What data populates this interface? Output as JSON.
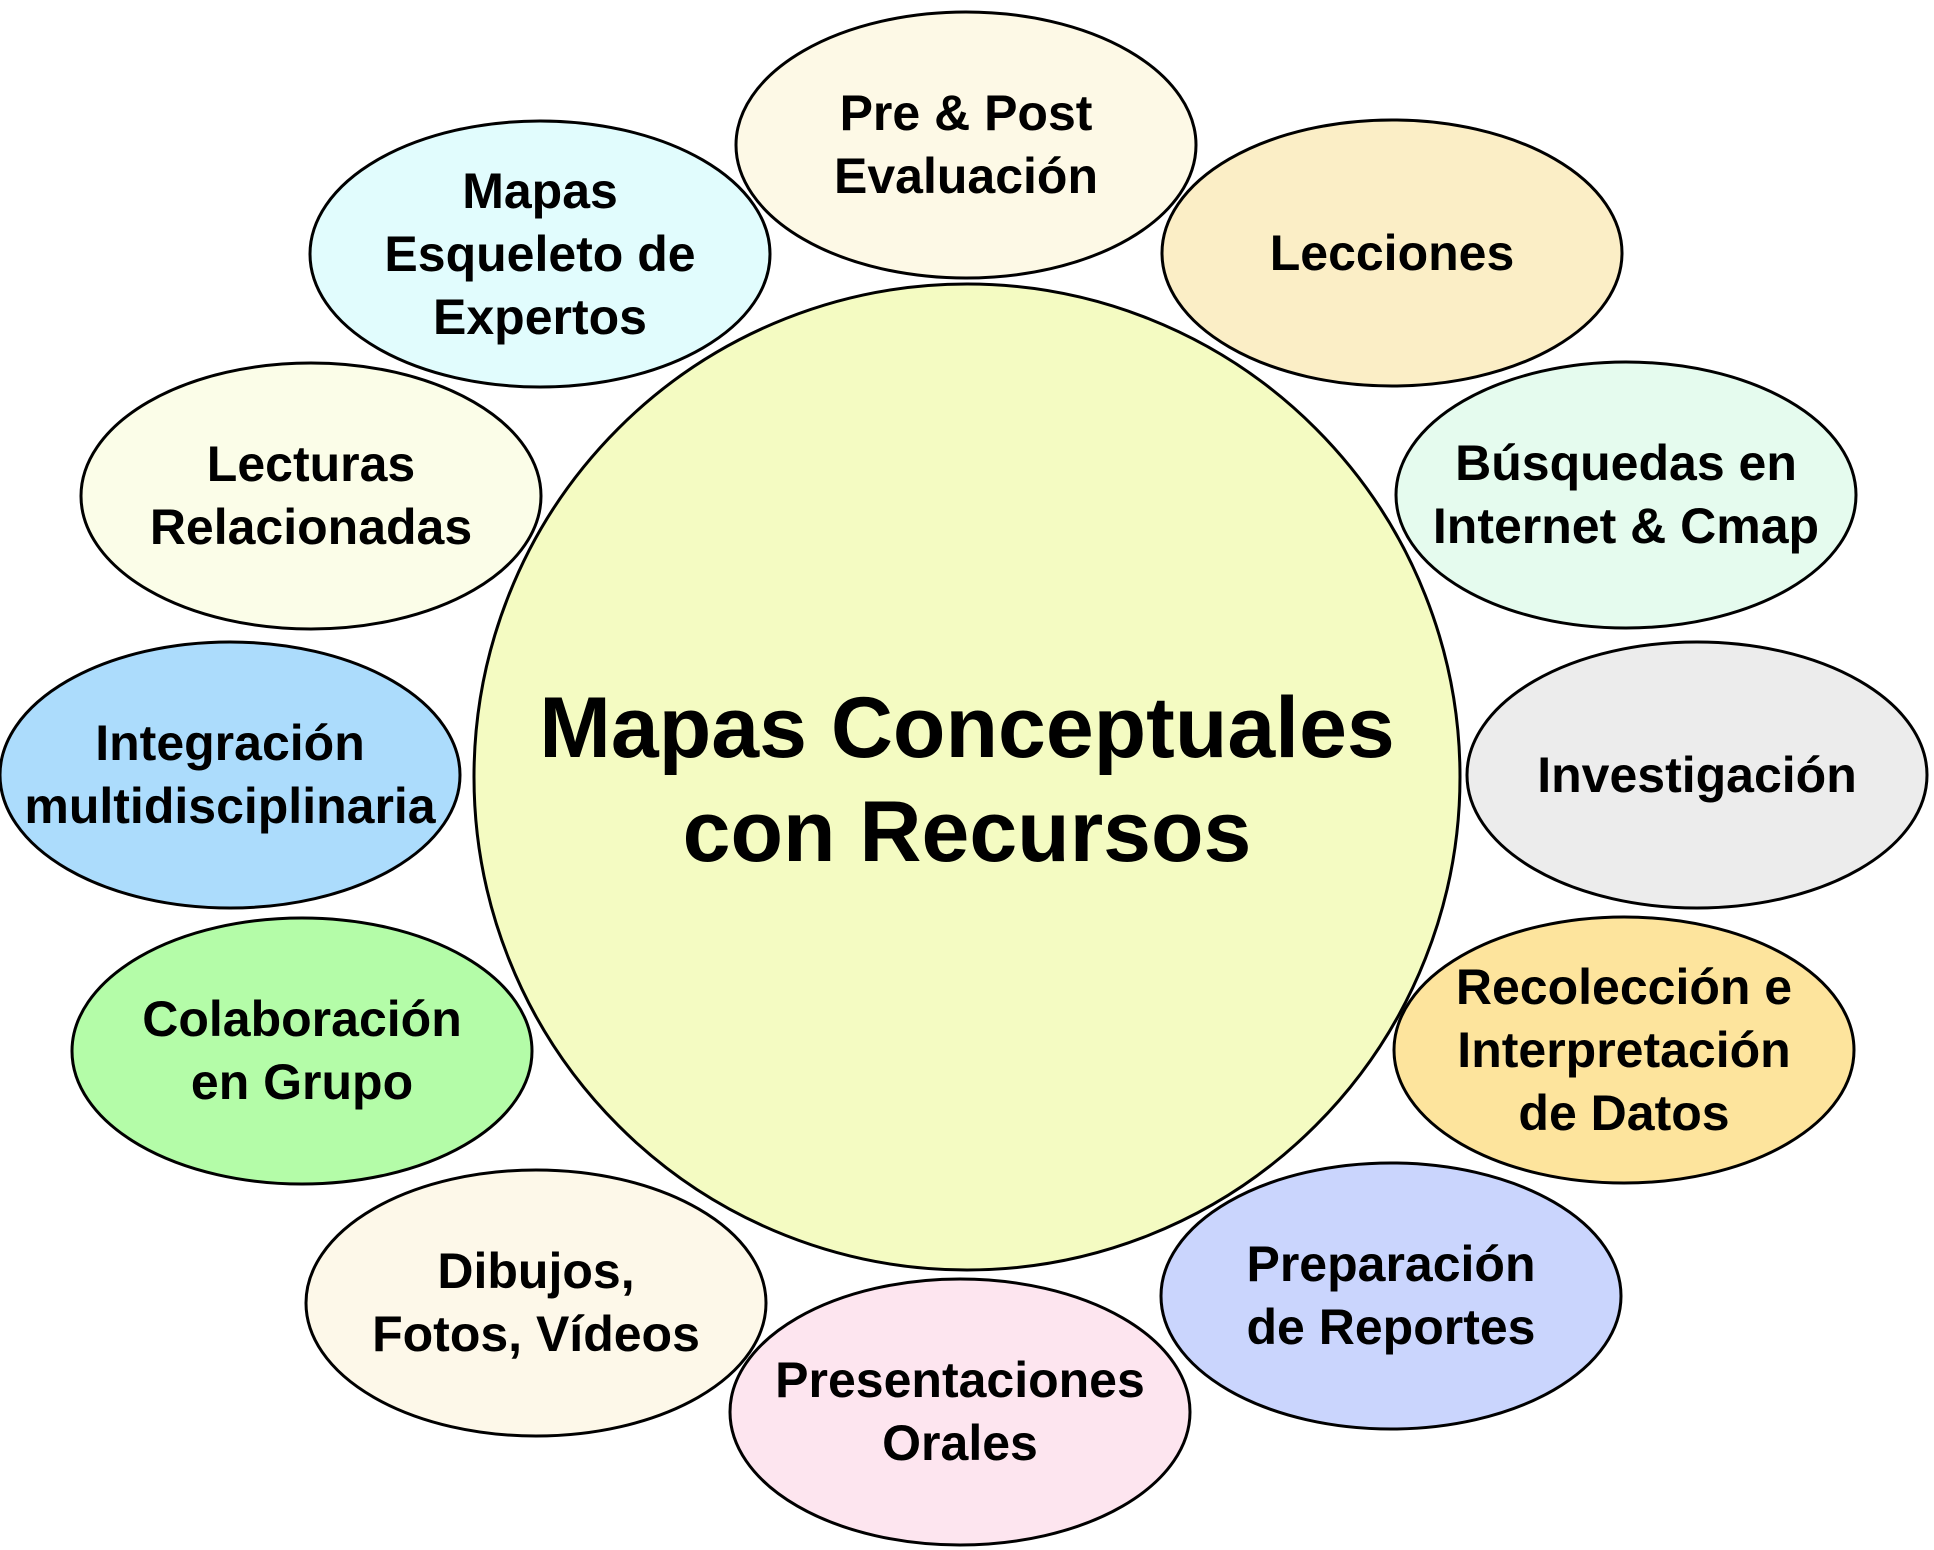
{
  "center": {
    "lines": [
      "Mapas Conceptuales",
      "con Recursos"
    ],
    "fill": "#f4fbc2"
  },
  "nodes": [
    {
      "id": "pre-post-evaluacion",
      "lines": [
        "Pre & Post",
        "Evaluación"
      ],
      "fill": "#fdf9e6"
    },
    {
      "id": "lecciones",
      "lines": [
        "Lecciones"
      ],
      "fill": "#fbeec6"
    },
    {
      "id": "busquedas",
      "lines": [
        "Búsquedas en",
        "Internet & Cmap"
      ],
      "fill": "#e5fbee"
    },
    {
      "id": "investigacion",
      "lines": [
        "Investigación"
      ],
      "fill": "#ececec"
    },
    {
      "id": "recoleccion",
      "lines": [
        "Recolección e",
        "Interpretación",
        "de Datos"
      ],
      "fill": "#fde49d"
    },
    {
      "id": "preparacion",
      "lines": [
        "Preparación",
        "de Reportes"
      ],
      "fill": "#cad5fd"
    },
    {
      "id": "presentaciones",
      "lines": [
        "Presentaciones",
        "Orales"
      ],
      "fill": "#fde5ef"
    },
    {
      "id": "dibujos",
      "lines": [
        "Dibujos,",
        "Fotos, Vídeos"
      ],
      "fill": "#fdf8e9"
    },
    {
      "id": "colaboracion",
      "lines": [
        "Colaboración",
        "en Grupo"
      ],
      "fill": "#b4fca8"
    },
    {
      "id": "integracion",
      "lines": [
        "Integración",
        "multidisciplinaria"
      ],
      "fill": "#acdcfc"
    },
    {
      "id": "lecturas",
      "lines": [
        "Lecturas",
        "Relacionadas"
      ],
      "fill": "#fbfde8"
    },
    {
      "id": "mapas-esqueleto",
      "lines": [
        "Mapas",
        "Esqueleto de",
        "Expertos"
      ],
      "fill": "#e1fcfd"
    }
  ]
}
